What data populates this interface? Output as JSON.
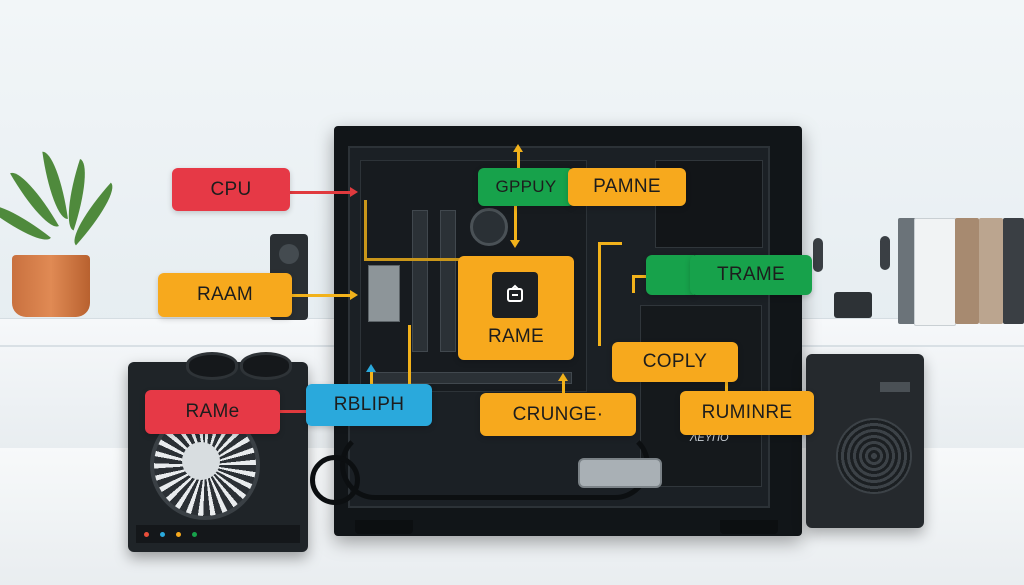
{
  "labels": {
    "cpu": "CPU",
    "raam": "RAAM",
    "rame_left": "RAMe",
    "rbliph": "RBLIPH",
    "gppuy": "GPPUY",
    "pamne": "PAMNE",
    "rame_center": "RAME",
    "trame": "TRAME",
    "coply": "COPLY",
    "crunge": "CRUNGE·",
    "ruminre": "RUMINRE"
  },
  "psu_text": "ΛEYΠO",
  "colors": {
    "red": "#e63946",
    "orange": "#f7a91d",
    "green": "#17a24b",
    "blue": "#2aa9dc",
    "connector": "#f2b21b"
  },
  "icons": {
    "center_chip": "chip-icon"
  }
}
